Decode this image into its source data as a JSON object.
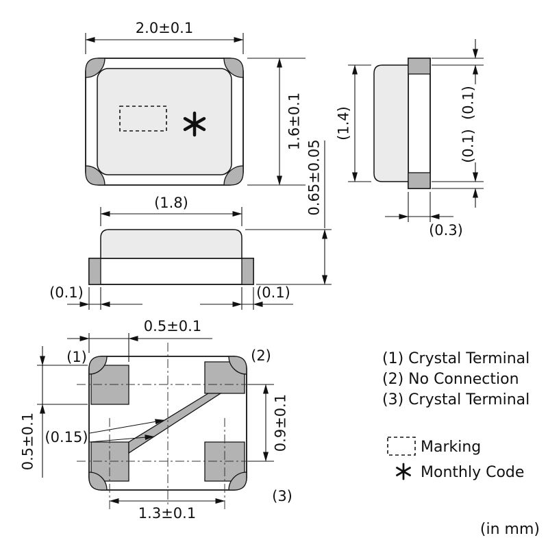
{
  "drawing": {
    "top_view": {
      "width_dim": "2.0±0.1",
      "height_dim": "1.6±0.1"
    },
    "front_view": {
      "total_height_dim": "0.65±0.05",
      "body_width_dim": "(1.8)",
      "left_terminal_dim": "(0.1)",
      "right_terminal_dim": "(0.1)"
    },
    "side_view": {
      "body_height_dim": "(1.4)",
      "top_terminal_dim": "(0.1)",
      "bottom_terminal_dim": "(0.1)",
      "base_width_dim": "(0.3)"
    },
    "bottom_view": {
      "pad_width_dim": "0.5±0.1",
      "pad_height_dim": "0.5±0.1",
      "pad_pitch_h_dim": "1.3±0.1",
      "pad_pitch_v_dim": "0.9±0.1",
      "trace_width_dim": "(0.15)",
      "pin1_label": "(1)",
      "pin2_label": "(2)",
      "pin3_label": "(3)"
    },
    "legend": {
      "pin1": "(1) Crystal Terminal",
      "pin2": "(2) No Connection",
      "pin3": "(3) Crystal Terminal",
      "marking": "Marking",
      "monthly_code": "Monthly Code",
      "units": "(in mm)"
    },
    "icons": {
      "marking_symbol": "dashed-rectangle-icon",
      "monthly_code_symbol": "asterisk-icon"
    },
    "colors": {
      "line": "#111111",
      "body_fill": "#ebebeb",
      "pad_fill": "#b3b3b3"
    }
  }
}
